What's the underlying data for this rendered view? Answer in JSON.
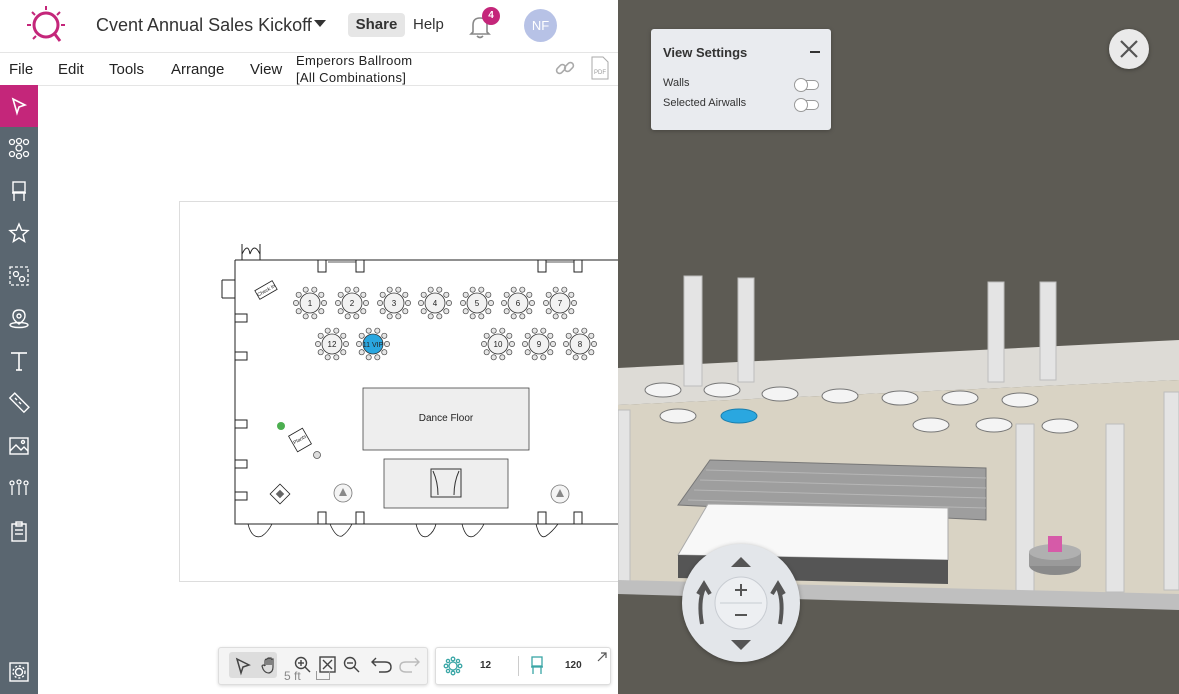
{
  "app": {
    "event_title": "Cvent Annual Sales Kickoff",
    "share_label": "Share",
    "help_label": "Help",
    "notification_count": "4",
    "avatar_initials": "NF"
  },
  "menu": {
    "items": [
      "File",
      "Edit",
      "Tools",
      "Arrange",
      "View"
    ],
    "room_line1": "Emperors Ballroom",
    "room_line2": "[All Combinations]",
    "pdf_label": "PDF"
  },
  "sidebar": {
    "items": [
      "select-tool",
      "tables",
      "seating",
      "favorites",
      "groups",
      "places",
      "text",
      "measure",
      "image",
      "attendees",
      "checklist",
      "settings"
    ]
  },
  "floorplan": {
    "tables_row1": [
      "1",
      "2",
      "3",
      "4",
      "5",
      "6",
      "7"
    ],
    "tables_row2": [
      "12",
      "11 VIP",
      "10",
      "9",
      "8"
    ],
    "dance_floor_label": "Dance Floor",
    "check_in_label": "Check In",
    "plant_label": "Plants"
  },
  "bottom_toolbar": {
    "scale_label": "5 ft",
    "table_count": "12",
    "seat_count": "120"
  },
  "view_settings": {
    "title": "View Settings",
    "walls_label": "Walls",
    "airwalls_label": "Selected Airwalls",
    "walls_on": false,
    "airwalls_on": false
  },
  "colors": {
    "accent": "#c4267a",
    "sidebar": "#5a6670",
    "vip_table": "#2aa7e0",
    "teal_icon": "#3aa6a6"
  }
}
